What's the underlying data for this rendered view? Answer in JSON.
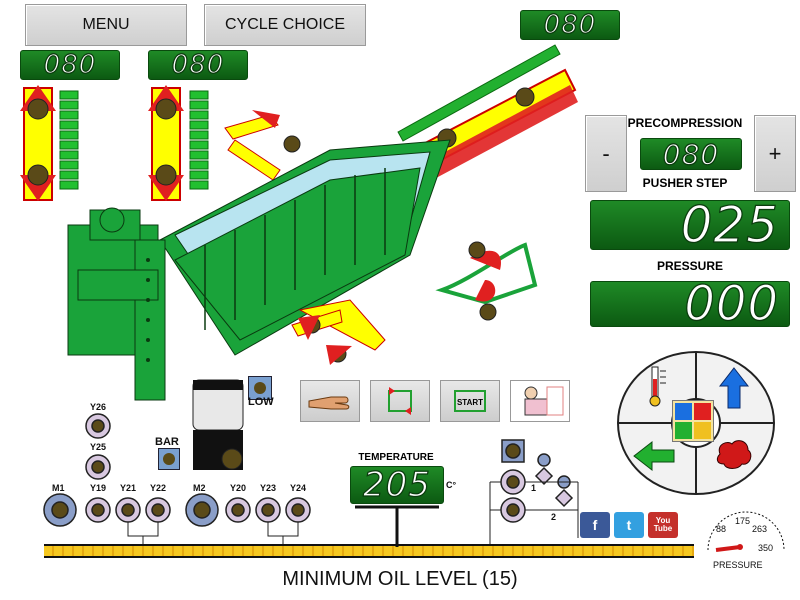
{
  "top": {
    "menu_label": "MENU",
    "cycle_choice_label": "CYCLE CHOICE",
    "counter_top_right": "080",
    "counter_left_1": "080",
    "counter_left_2": "080"
  },
  "precompression": {
    "title": "PRECOMPRESSION",
    "minus_label": "-",
    "plus_label": "+",
    "value": "080",
    "pusher_step_label": "PUSHER STEP",
    "pusher_step_value": "025",
    "pressure_label": "PRESSURE",
    "pressure_value": "000"
  },
  "tools": {
    "low_label": "LOW",
    "bar_label": "BAR"
  },
  "valves": {
    "y26": "Y26",
    "y25": "Y25",
    "m1": "M1",
    "y19": "Y19",
    "y21": "Y21",
    "y22": "Y22",
    "m2": "M2",
    "y20": "Y20",
    "y23": "Y23",
    "y24": "Y24",
    "label_1": "1",
    "label_2": "2"
  },
  "temperature": {
    "label": "TEMPERATURE",
    "value": "205",
    "unit": "C°"
  },
  "gauge": {
    "label": "PRESSURE",
    "tick_88": "88",
    "tick_175": "175",
    "tick_263": "263",
    "tick_350": "350"
  },
  "social": {
    "facebook": "f",
    "twitter": "t",
    "youtube": "You Tube"
  },
  "status": {
    "message": "MINIMUM OIL LEVEL (15)"
  },
  "colors": {
    "machine_green": "#1aa33a",
    "panel_green": "#138a1e",
    "cylinder_yellow": "#ffff00",
    "arrow_red": "#e02020",
    "oil_line": "#f0c020"
  }
}
